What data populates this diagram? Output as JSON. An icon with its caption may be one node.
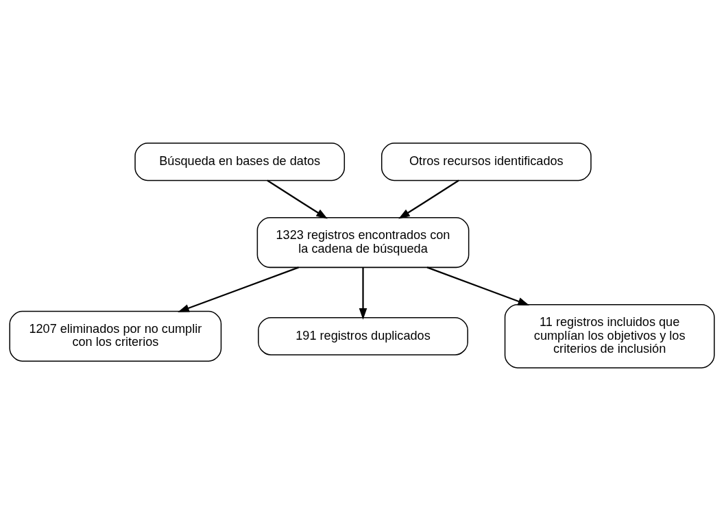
{
  "diagram": {
    "nodes": [
      {
        "text": [
          "Búsqueda en bases de datos"
        ]
      },
      {
        "text": [
          "Otros recursos identificados"
        ]
      },
      {
        "text": [
          "1323 registros encontrados con la cadena de búsqueda"
        ]
      },
      {
        "text": [
          "1207 eliminados por no cumplir con los criterios"
        ]
      },
      {
        "text": [
          "191 registros duplicados"
        ]
      },
      {
        "text": [
          "11 registros incluidos que cumplían los objetivos y los criterios de inclusión"
        ]
      }
    ],
    "edges": [
      {
        "from": 0,
        "to": 2,
        "arrow": "to"
      },
      {
        "from": 1,
        "to": 2,
        "arrow": "to"
      },
      {
        "from": 2,
        "to": 3,
        "arrow": "to"
      },
      {
        "from": 2,
        "to": 4,
        "arrow": "to"
      },
      {
        "from": 2,
        "to": 5,
        "arrow": "to"
      }
    ]
  }
}
